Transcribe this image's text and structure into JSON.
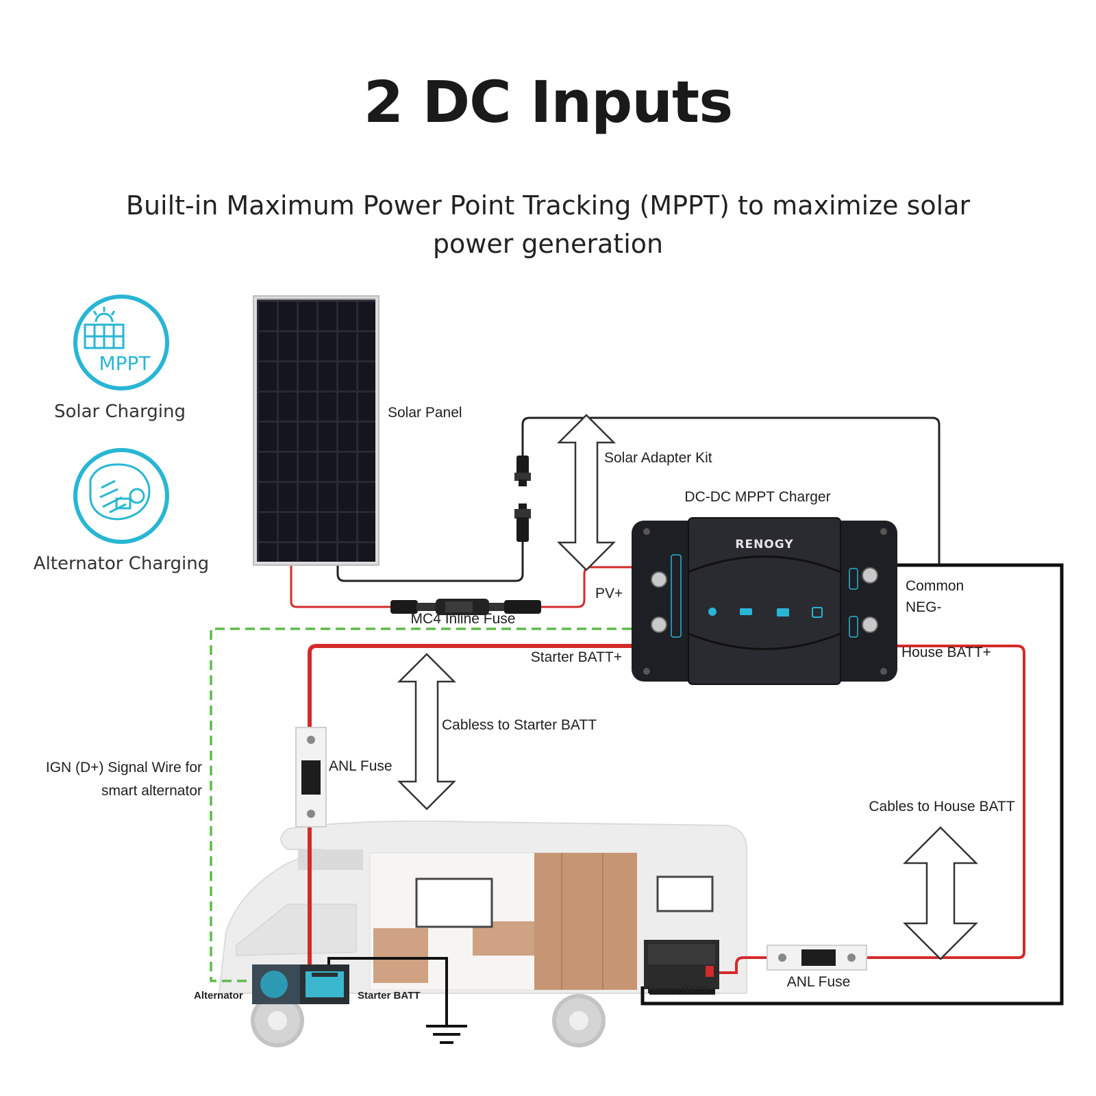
{
  "title": "2 DC Inputs",
  "subtitle": "Built-in Maximum Power Point Tracking (MPPT) to maximize solar power generation",
  "colors": {
    "accent": "#29b6d4",
    "positive": "#d42a2a",
    "signal": "#5dbb4a",
    "negative": "#111111"
  },
  "features": [
    {
      "icon": "mppt-solar-icon",
      "icon_text": "MPPT",
      "label": "Solar Charging"
    },
    {
      "icon": "alternator-icon",
      "label": "Alternator Charging"
    }
  ],
  "charger": {
    "brand": "RENOGY"
  },
  "labels": {
    "solar_panel": "Solar Panel",
    "solar_adapter_kit": "Solar Adapter Kit",
    "dcdc_charger": "DC-DC MPPT Charger",
    "pv_plus": "PV+",
    "mc4_fuse": "MC4 Inline Fuse",
    "common": "Common",
    "neg": "NEG-",
    "starter_batt_plus": "Starter BATT+",
    "house_batt_plus": "House BATT+",
    "cables_starter": "Cabless to Starter BATT",
    "anl_fuse_left": "ANL Fuse",
    "ign_line1": "IGN (D+) Signal Wire for",
    "ign_line2": "smart alternator",
    "cables_house": "Cables to House BATT",
    "anl_fuse_right": "ANL Fuse",
    "alternator": "Alternator",
    "starter_batt": "Starter BATT",
    "house_batt": "House BATT"
  }
}
